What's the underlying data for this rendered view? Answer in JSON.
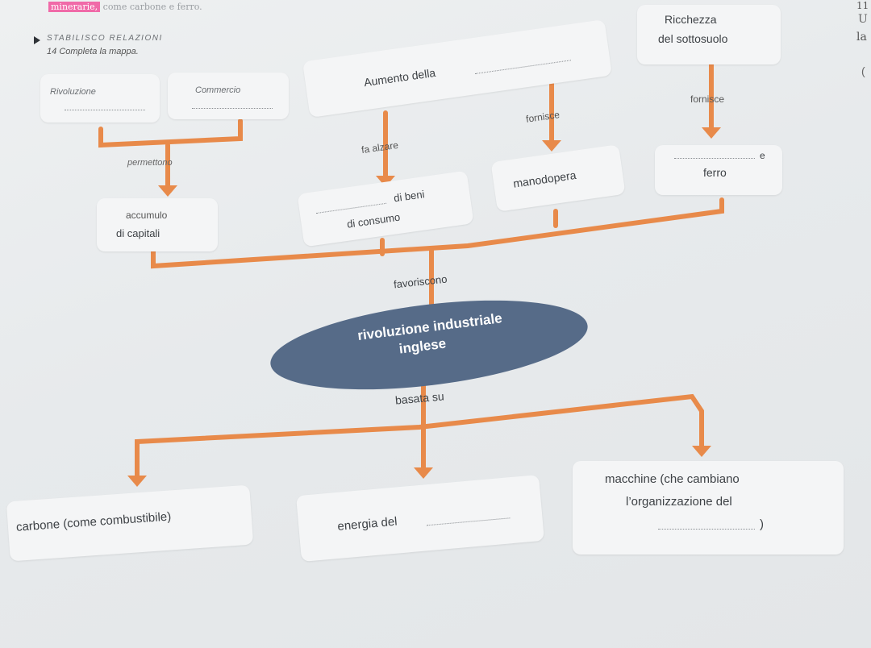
{
  "top_text": {
    "highlighted": "minerarie,",
    "rest": " come carbone e ferro."
  },
  "exercise": {
    "section": "STABILISCO RELAZIONI",
    "number": "14",
    "instruction": "Completa la mappa."
  },
  "margin_marks": {
    "page_number": "11",
    "letter_u": "U",
    "letter_la": "la",
    "paren": "("
  },
  "nodes": {
    "rivoluzione": "Rivoluzione",
    "commercio": "Commercio",
    "aumento": "Aumento della",
    "ricchezza_line1": "Ricchezza",
    "ricchezza_line2": "del sottosuolo",
    "accumulo_line1": "accumulo",
    "accumulo_line2": "di capitali",
    "beni_line1": "di beni",
    "beni_line2": "di consumo",
    "manodopera": "manodopera",
    "ferro_e": "e",
    "ferro": "ferro",
    "central_line1": "rivoluzione industriale",
    "central_line2": "inglese",
    "carbone": "carbone (come combustibile)",
    "energia": "energia del",
    "macchine_line1": "macchine (che cambiano",
    "macchine_line2": "l’organizzazione del",
    "macchine_end": ")"
  },
  "labels": {
    "permettono": "permettono",
    "fa_alzare": "fa alzare",
    "fornisce_1": "fornisce",
    "fornisce_2": "fornisce",
    "favoriscono": "favoriscono",
    "basata_su": "basata su"
  },
  "colors": {
    "connector": "#e88a4a",
    "central_oval": "#566b88",
    "highlight": "#f06aa8"
  }
}
